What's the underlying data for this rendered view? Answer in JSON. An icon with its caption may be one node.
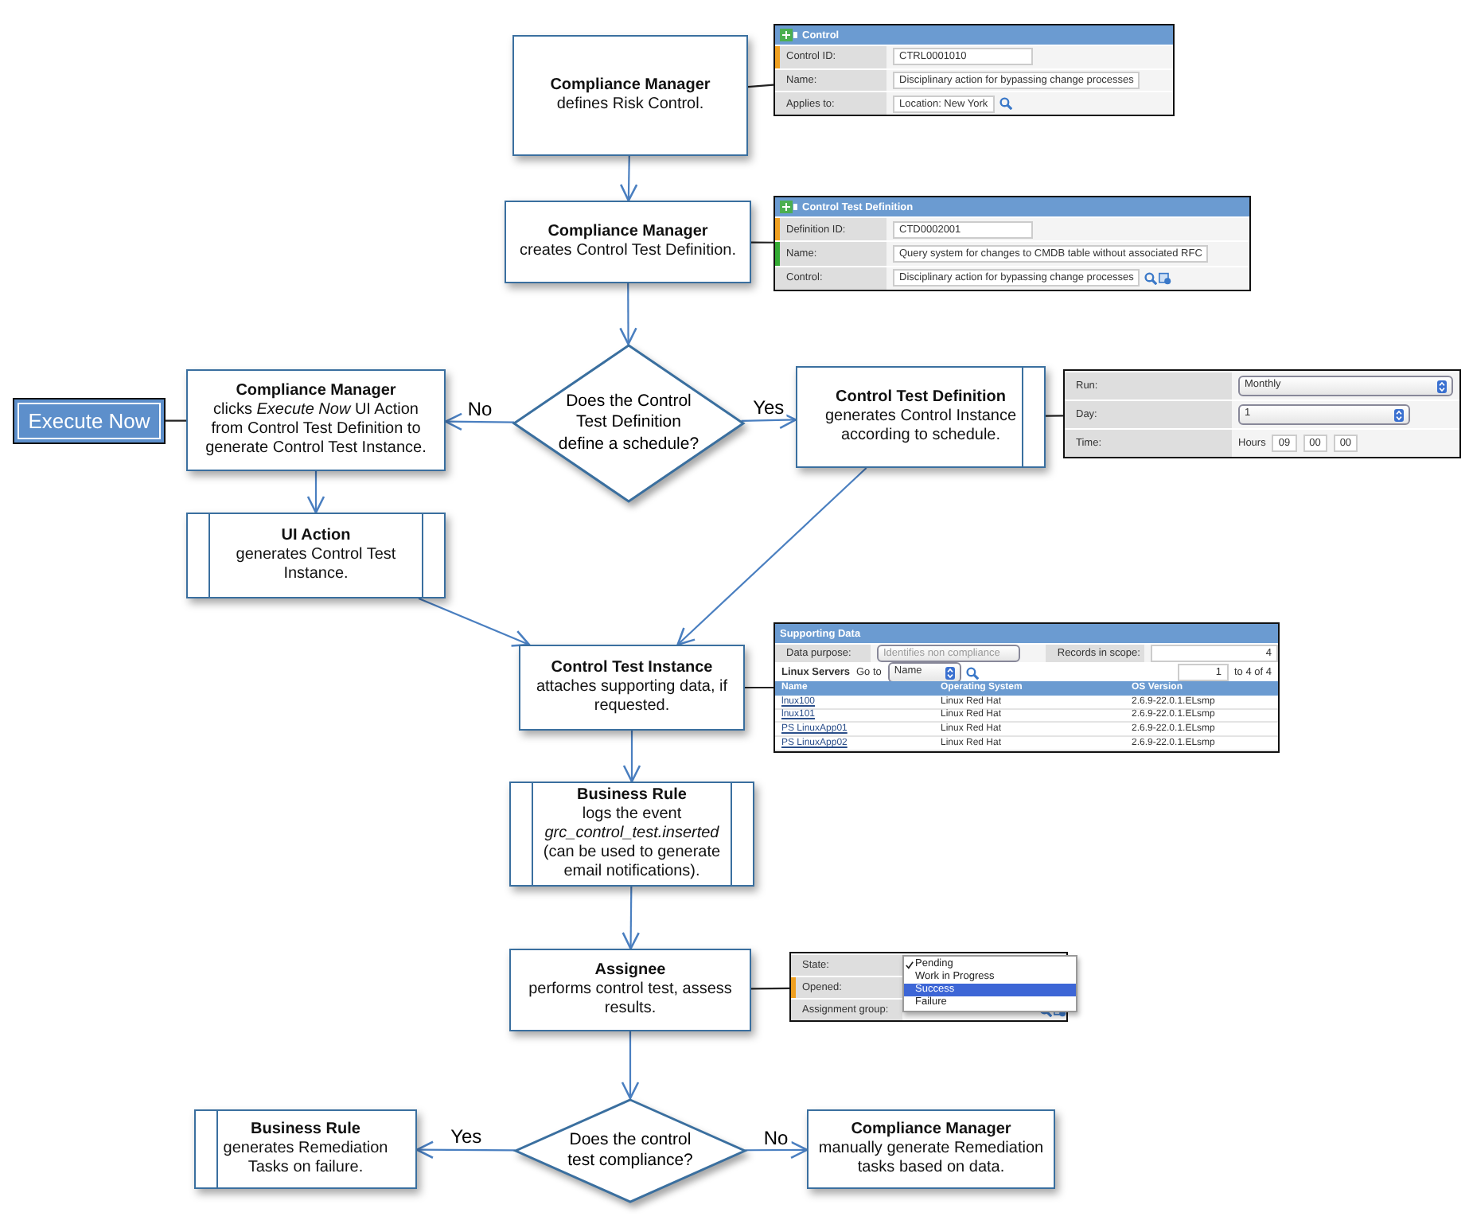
{
  "diagram": {
    "nodes": [
      {
        "text": [
          "Compliance Manager",
          "defines Risk Control."
        ]
      },
      {
        "text": [
          "Control",
          "Control ID:",
          "CTRL0001010",
          "Name:",
          "Disciplinary action for bypassing change processes",
          "Applies to:",
          "Location: New York"
        ]
      },
      {
        "text": [
          "Compliance Manager",
          "creates Control Test Definition."
        ]
      },
      {
        "text": [
          "Control Test Definition",
          "Definition ID:",
          "CTD0002001",
          "Name:",
          "Query system for changes to CMDB table without associated RFC",
          "Control:",
          "Disciplinary action for bypassing change processes"
        ]
      },
      {
        "text": [
          "Does the Control Test Definition define a schedule?"
        ]
      },
      {
        "text": [
          "Execute Now"
        ]
      },
      {
        "text": [
          "Compliance Manager",
          "clicks *Execute Now* UI Action from Control Test Definition to generate Control Test Instance."
        ]
      },
      {
        "text": [
          "Control Test Definition",
          "generates Control Instance according to schedule."
        ]
      },
      {
        "text": [
          "Run:",
          "Monthly",
          "Day:",
          "1",
          "Time:",
          "Hours",
          "09",
          "00",
          "00"
        ]
      },
      {
        "text": [
          "UI Action",
          "generates Control Test Instance."
        ]
      },
      {
        "text": [
          "Control Test Instance",
          "attaches supporting data, if requested."
        ]
      },
      {
        "text": [
          "Supporting Data",
          "Data purpose:",
          "Identifies non compliance",
          "Records in scope:",
          "4",
          "Linux Servers",
          "Go to",
          "Name",
          "1",
          "to 4 of 4",
          "Name",
          "Operating System",
          "OS Version",
          "lnux100",
          "Linux Red Hat",
          "2.6.9-22.0.1.ELsmp",
          "lnux101",
          "Linux Red Hat",
          "2.6.9-22.0.1.ELsmp",
          "PS LinuxApp01",
          "Linux Red Hat",
          "2.6.9-22.0.1.ELsmp",
          "PS LinuxApp02",
          "Linux Red Hat",
          "2.6.9-22.0.1.ELsmp"
        ]
      },
      {
        "text": [
          "Business Rule",
          "logs the event *grc_control_test.inserted* (can be used to generate email notifications)."
        ]
      },
      {
        "text": [
          "Assignee",
          "performs control test, assess results."
        ]
      },
      {
        "text": [
          "State:",
          "Pending",
          "Work in Progress",
          "Success",
          "Failure",
          "Opened:",
          "Assignment group:"
        ]
      },
      {
        "text": [
          "Does the control test compliance?"
        ]
      },
      {
        "text": [
          "Business Rule",
          "generates Remediation Tasks on failure."
        ]
      },
      {
        "text": [
          "Compliance Manager",
          "manually generate Remediation tasks based on data."
        ]
      }
    ],
    "edges": [
      {
        "from": 0,
        "to": 2,
        "arrow": "to"
      },
      {
        "from": 2,
        "to": 4,
        "arrow": "to"
      },
      {
        "from": 4,
        "to": 6,
        "arrow": "to",
        "label": "No"
      },
      {
        "from": 4,
        "to": 7,
        "arrow": "to",
        "label": "Yes"
      },
      {
        "from": 6,
        "to": 9,
        "arrow": "to"
      },
      {
        "from": 9,
        "to": 10,
        "arrow": "to"
      },
      {
        "from": 7,
        "to": 10,
        "arrow": "to"
      },
      {
        "from": 10,
        "to": 12,
        "arrow": "to"
      },
      {
        "from": 12,
        "to": 13,
        "arrow": "to"
      },
      {
        "from": 13,
        "to": 15,
        "arrow": "to"
      },
      {
        "from": 15,
        "to": 16,
        "arrow": "to",
        "label": "Yes"
      },
      {
        "from": 15,
        "to": 17,
        "arrow": "to",
        "label": "No"
      },
      {
        "from": 0,
        "to": 1,
        "arrow": "none",
        "color": "#222222"
      },
      {
        "from": 2,
        "to": 3,
        "arrow": "none",
        "color": "#222222"
      },
      {
        "from": 6,
        "to": 5,
        "arrow": "none",
        "color": "#222222"
      },
      {
        "from": 7,
        "to": 8,
        "arrow": "none",
        "color": "#222222"
      },
      {
        "from": 10,
        "to": 11,
        "arrow": "none",
        "color": "#222222"
      },
      {
        "from": 13,
        "to": 14,
        "arrow": "none",
        "color": "#222222"
      }
    ]
  }
}
